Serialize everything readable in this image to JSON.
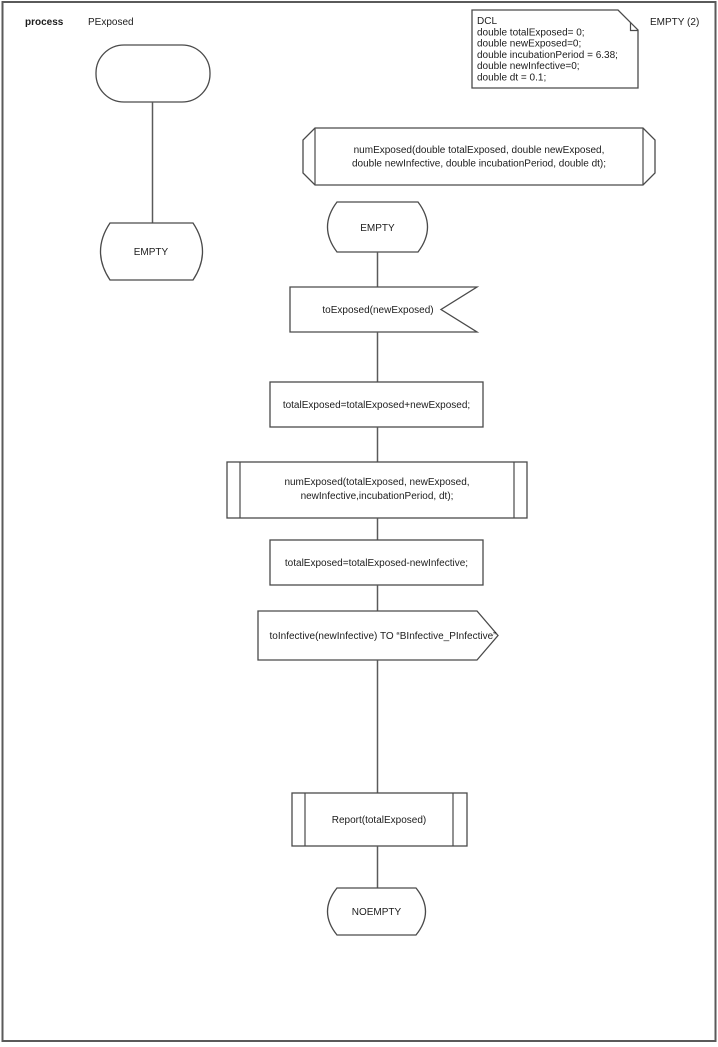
{
  "header": {
    "kind_label": "process",
    "process_name": "PExposed",
    "corner_label": "EMPTY (2)"
  },
  "note": {
    "lines": [
      "DCL",
      "double totalExposed= 0;",
      "double newExposed=0;",
      "double incubationPeriod = 6.38;",
      "double newInfective=0;",
      "double dt = 0.1;"
    ]
  },
  "proc_decl": {
    "line1": "numExposed(double totalExposed, double newExposed,",
    "line2": "double newInfective, double incubationPeriod, double dt);"
  },
  "states": {
    "empty_left": "EMPTY",
    "empty_mid": "EMPTY",
    "noempty": "NOEMPTY"
  },
  "input_signal": {
    "label": "toExposed(newExposed)"
  },
  "task_add": {
    "label": "totalExposed=totalExposed+newExposed;"
  },
  "call_num_exposed": {
    "line1": "numExposed(totalExposed, newExposed,",
    "line2": "newInfective,incubationPeriod, dt);"
  },
  "task_sub": {
    "label": "totalExposed=totalExposed-newInfective;"
  },
  "output_signal": {
    "label": "toInfective(newInfective) TO “BInfective_PInfective”"
  },
  "call_report": {
    "label": "Report(totalExposed)"
  }
}
